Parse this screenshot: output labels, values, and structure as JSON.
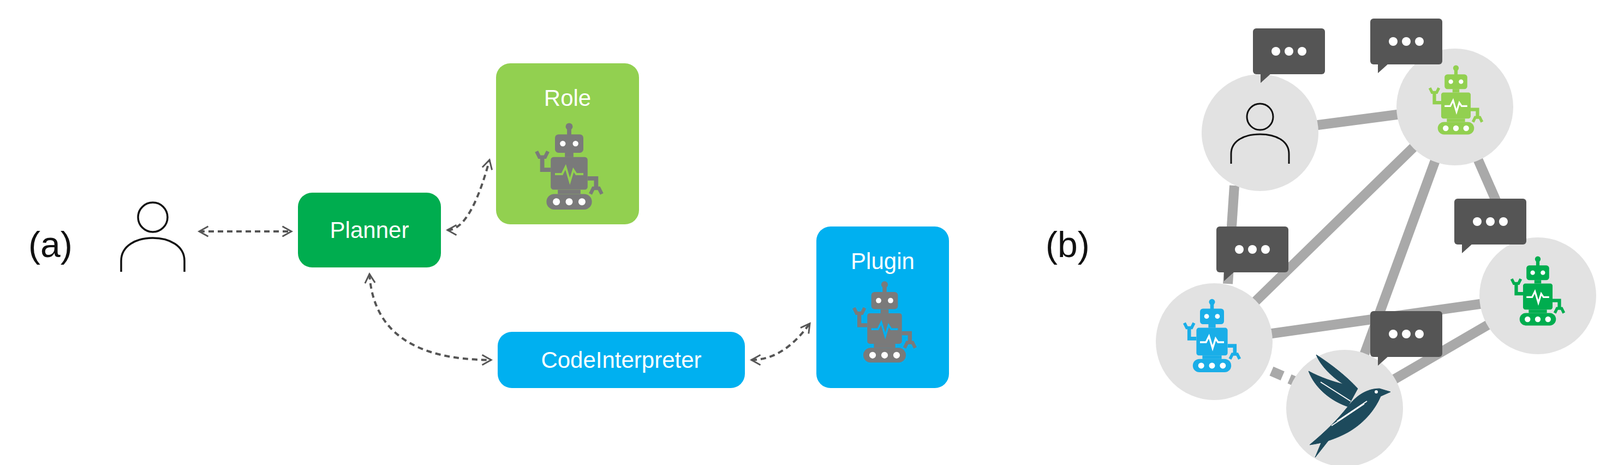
{
  "diagram": {
    "nodes": [
      {
        "text": [
          "Planner"
        ]
      },
      {
        "text": [
          "Role"
        ]
      },
      {
        "text": [
          "CodeInterpreter"
        ]
      },
      {
        "text": [
          "Plugin"
        ]
      }
    ],
    "edges": [
      {
        "from": 0,
        "to": 1,
        "arrow": "both"
      },
      {
        "from": 0,
        "to": 2,
        "arrow": "both"
      },
      {
        "from": 2,
        "to": 3,
        "arrow": "both"
      }
    ],
    "labels": [
      "(a)",
      "(b)"
    ]
  }
}
